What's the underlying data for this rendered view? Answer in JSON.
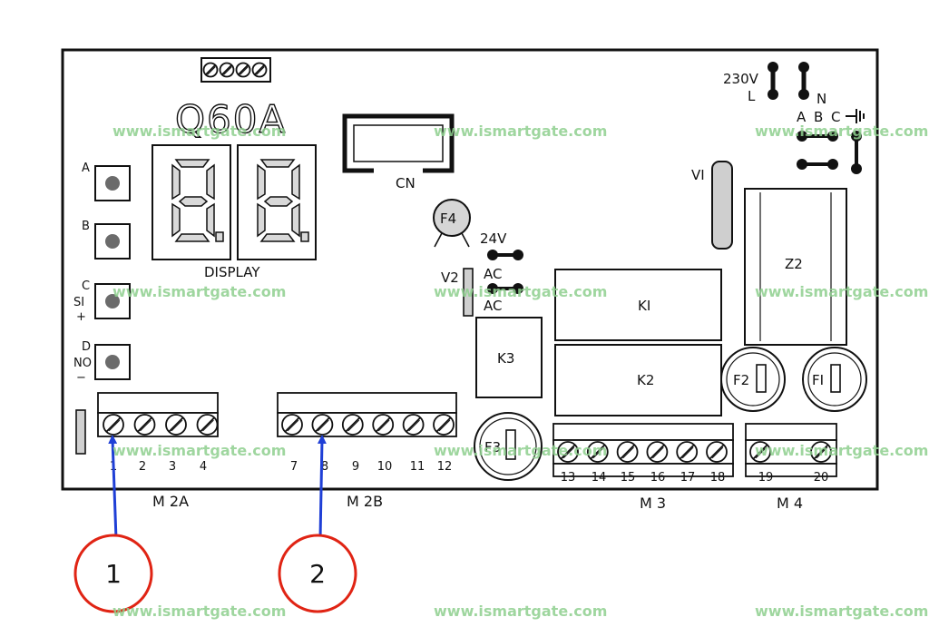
{
  "watermark": "www.ismartgate.com",
  "colors": {
    "board_stroke": "#111111",
    "segment_fill": "#d9d9d9",
    "button_fill": "#6b6b6b",
    "arrow": "#1f3fd6",
    "callout_ring": "#e02414",
    "watermark": "#8fd08f"
  },
  "board": {
    "model": "Q60A",
    "display_label": "DISPLAY",
    "display_digits": [
      "8.",
      "8."
    ],
    "connector_label": "CN",
    "fuse_f4": "F4",
    "voltage_24v": "24V",
    "ac_label_1": "AC",
    "ac_label_2": "AC",
    "varistor_v2": "V2",
    "varistor_v1": "VI",
    "supply_230v": "230V",
    "supply_l": "L",
    "supply_n": "N",
    "jumper_a": "A",
    "jumper_b": "B",
    "jumper_c": "C",
    "relay_k1": "KI",
    "relay_k2": "K2",
    "relay_k3": "K3",
    "transformer_z2": "Z2",
    "fuse_f1": "FI",
    "fuse_f2": "F2",
    "fuse_f3": "F3"
  },
  "buttons": [
    {
      "key": "A",
      "sub1": "",
      "sub2": ""
    },
    {
      "key": "B",
      "sub1": "",
      "sub2": ""
    },
    {
      "key": "C",
      "sub1": "SI",
      "sub2": "+"
    },
    {
      "key": "D",
      "sub1": "NO",
      "sub2": "−"
    }
  ],
  "terminal_blocks": [
    {
      "name": "M 2A",
      "terminals": [
        "1",
        "2",
        "3",
        "4"
      ]
    },
    {
      "name": "M 2B",
      "terminals": [
        "7",
        "8",
        "9",
        "10",
        "11",
        "12"
      ]
    },
    {
      "name": "M 3",
      "terminals": [
        "13",
        "14",
        "15",
        "16",
        "17",
        "18"
      ]
    },
    {
      "name": "M 4",
      "terminals": [
        "19",
        "20"
      ]
    }
  ],
  "callouts": [
    {
      "number": "1",
      "target_block": "M 2A",
      "target_terminal": "1"
    },
    {
      "number": "2",
      "target_block": "M 2B",
      "target_terminal": "8"
    }
  ]
}
